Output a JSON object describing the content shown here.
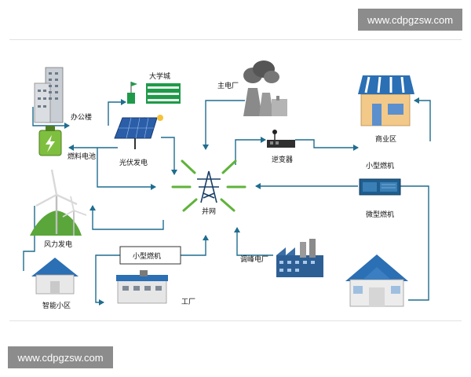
{
  "watermark": {
    "top": "www.cdpgzsw.com",
    "bottom": "www.cdpgzsw.com"
  },
  "hub": {
    "label": "并网"
  },
  "nodes": {
    "office": "办公楼",
    "university": "大学城",
    "main_plant": "主电厂",
    "commercial": "商业区",
    "fuel_cell": "燃料电池",
    "solar": "光伏发电",
    "inverter": "逆变器",
    "small_turbine_right": "小型燃机",
    "micro_turbine": "微型燃机",
    "wind": "风力发电",
    "small_turbine_box": "小型燃机",
    "peak_plant": "调峰电厂",
    "smart_community": "智能小区",
    "factory": "工厂"
  },
  "colors": {
    "arrow": "#1f6d8f",
    "spark": "#5fb33a",
    "accent_blue": "#2a6fb0"
  }
}
